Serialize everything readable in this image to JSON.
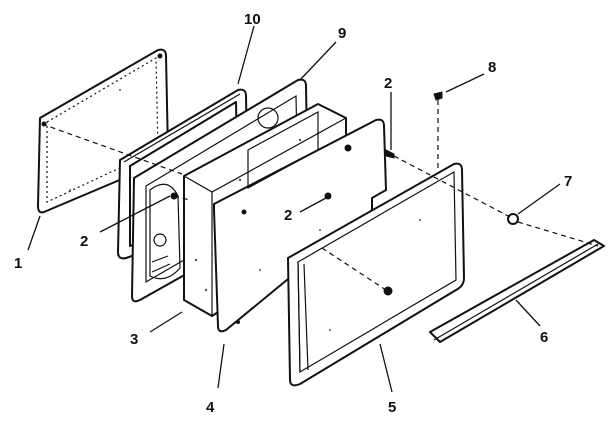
{
  "callouts": {
    "c1": "1",
    "c2a": "2",
    "c2b": "2",
    "c2c": "2",
    "c3": "3",
    "c4": "4",
    "c5": "5",
    "c6": "6",
    "c7": "7",
    "c8": "8",
    "c9": "9",
    "c10": "10"
  }
}
